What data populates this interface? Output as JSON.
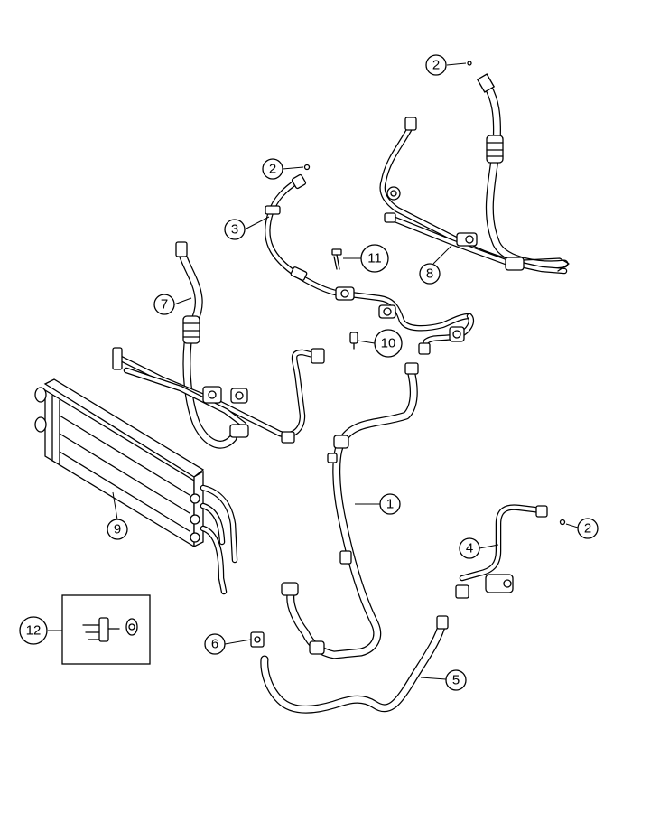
{
  "callouts": {
    "c1": "1",
    "c2a": "2",
    "c2b": "2",
    "c2c": "2",
    "c3": "3",
    "c4": "4",
    "c5": "5",
    "c6": "6",
    "c7": "7",
    "c8": "8",
    "c9": "9",
    "c10": "10",
    "c11": "11",
    "c12": "12"
  }
}
